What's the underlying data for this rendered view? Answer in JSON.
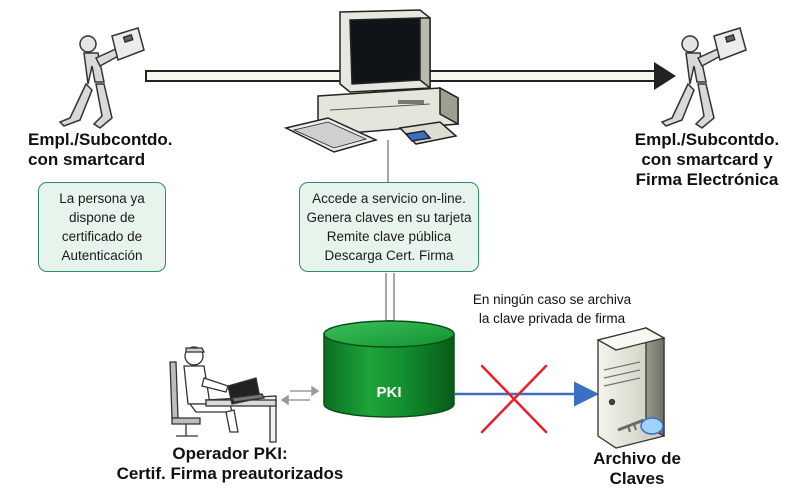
{
  "left_person": {
    "line1": "Empl./Subcontdo.",
    "line2": "con smartcard"
  },
  "right_person": {
    "line1": "Empl./Subcontdo.",
    "line2": "con smartcard y",
    "line3": "Firma Electrónica"
  },
  "auth_box": {
    "lines": [
      "La persona ya",
      "dispone de",
      "certificado de",
      "Autenticación"
    ]
  },
  "service_box": {
    "lines": [
      "Accede a servicio on-line.",
      "Genera claves en su tarjeta",
      "Remite clave pública",
      "Descarga Cert. Firma"
    ]
  },
  "pki": {
    "label": "PKI"
  },
  "note": {
    "lines": [
      "En ningún caso se archiva",
      "la clave privada de firma"
    ]
  },
  "operator": {
    "line1": "Operador PKI:",
    "line2": "Certif. Firma preautorizados"
  },
  "archive": {
    "line1": "Archivo de",
    "line2": "Claves"
  },
  "colors": {
    "box_fill": "#e7f4ec",
    "box_border": "#2e8b6b",
    "pki_green": "#0f8a2a",
    "cross_red": "#e8202a",
    "arrow_blue": "#3b6fc4"
  }
}
